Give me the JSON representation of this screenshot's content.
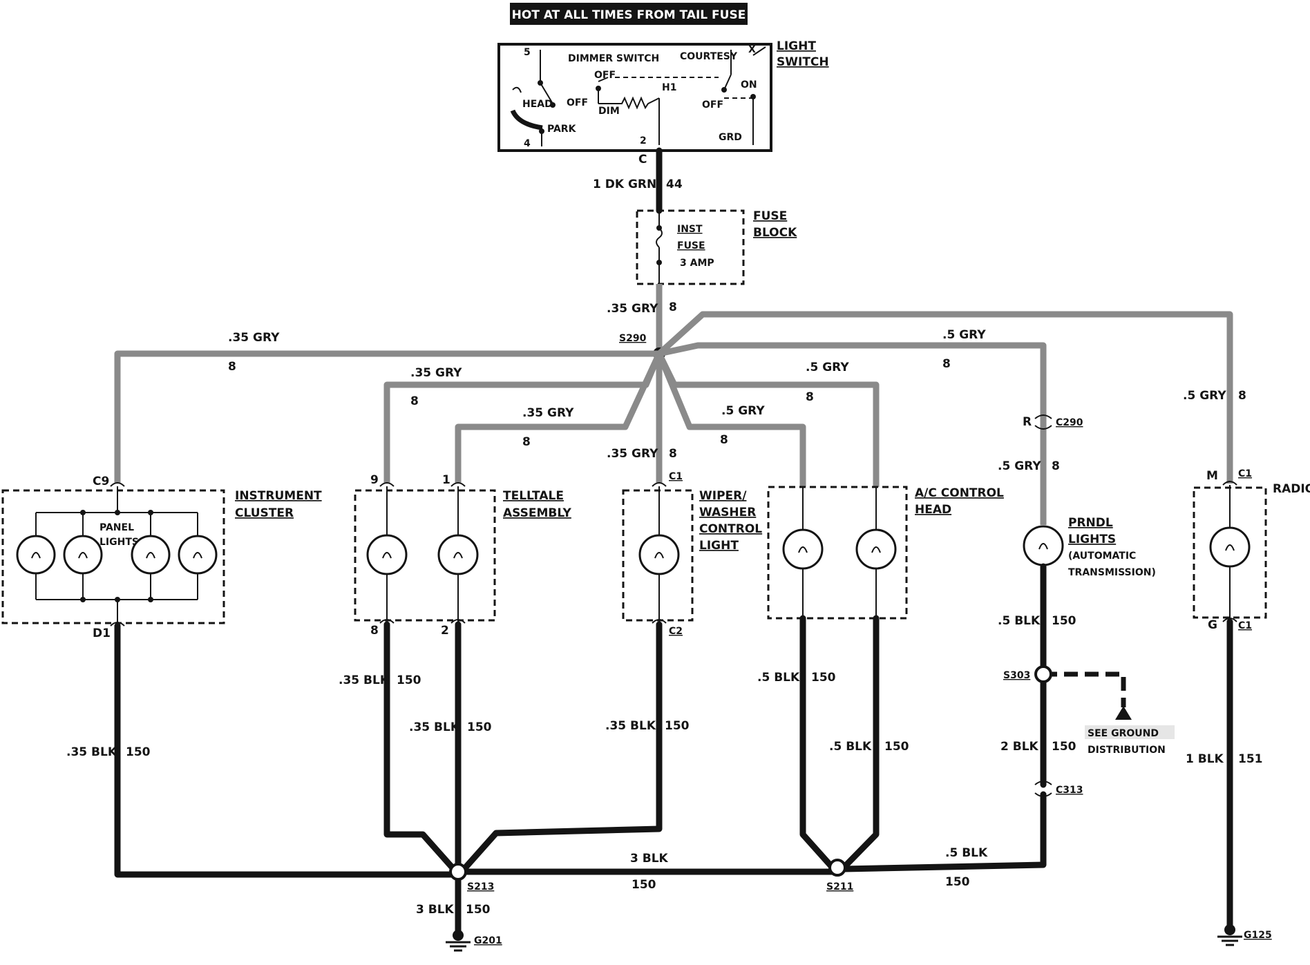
{
  "banner": "HOT AT ALL TIMES FROM TAIL FUSE",
  "light_switch": {
    "title_1": "LIGHT",
    "title_2": "SWITCH",
    "dimmer_switch": "DIMMER SWITCH",
    "courtesy": "COURTESY",
    "head": "HEAD",
    "off_left": "OFF",
    "park": "PARK",
    "dim_off": "OFF",
    "dim": "DIM",
    "h1": "H1",
    "on": "ON",
    "courtesy_off": "OFF",
    "grd": "GRD",
    "pin_5": "5",
    "pin_4": "4",
    "pin_2": "2",
    "pin_x": "X",
    "connector_c": "C"
  },
  "main_feed": {
    "gauge": "1 DK GRN",
    "circuit": "44"
  },
  "fuse_block": {
    "title_1": "FUSE",
    "title_2": "BLOCK",
    "fuse_1": "INST",
    "fuse_2": "FUSE",
    "rating": "3 AMP"
  },
  "fuse_out": {
    "gauge": ".35 GRY",
    "circuit": "8"
  },
  "splice_top": "S290",
  "branches": {
    "cluster_gauge": ".35 GRY",
    "cluster_circuit": "8",
    "telltale9_gauge": ".35 GRY",
    "telltale9_circuit": "8",
    "telltale1_gauge": ".35 GRY",
    "telltale1_circuit": "8",
    "wiper_gauge": ".35 GRY",
    "wiper_circuit": "8",
    "ac1_gauge": ".5 GRY",
    "ac1_circuit": "8",
    "ac2_gauge": ".5 GRY",
    "ac2_circuit": "8",
    "prndl_gauge": ".5 GRY",
    "prndl_circuit": "8",
    "prndl_lower_gauge": ".5 GRY",
    "prndl_lower_circuit": "8",
    "radio_gauge": ".5 GRY",
    "radio_circuit": "8"
  },
  "components": {
    "cluster_1": "INSTRUMENT",
    "cluster_2": "CLUSTER",
    "panel_1": "PANEL",
    "panel_2": "LIGHTS",
    "telltale_1": "TELLTALE",
    "telltale_2": "ASSEMBLY",
    "wiper_1": "WIPER/",
    "wiper_2": "WASHER",
    "wiper_3": "CONTROL",
    "wiper_4": "LIGHT",
    "ac_1": "A/C CONTROL",
    "ac_2": "HEAD",
    "prndl_1": "PRNDL",
    "prndl_2": "LIGHTS",
    "prndl_3": "(AUTOMATIC",
    "prndl_4": "TRANSMISSION)",
    "radio": "RADIO"
  },
  "connectors": {
    "c9": "C9",
    "d1": "D1",
    "t9": "9",
    "t1": "1",
    "t8": "8",
    "t2": "2",
    "wiper_c1": "C1",
    "wiper_c2": "C2",
    "c290": "C290",
    "c290_pin": "R",
    "radio_top": "C1",
    "radio_top_pin": "M",
    "radio_bottom": "C1",
    "radio_bottom_pin": "G",
    "c313": "C313"
  },
  "grounds": {
    "cluster_gauge": ".35 BLK",
    "cluster_circuit": "150",
    "t8_gauge": ".35 BLK",
    "t8_circuit": "150",
    "t2_gauge": ".35 BLK",
    "t2_circuit": "150",
    "wiper_gauge": ".35 BLK",
    "wiper_circuit": "150",
    "ac1_gauge": ".5 BLK",
    "ac1_circuit": "150",
    "ac2_gauge": ".5 BLK",
    "ac2_circuit": "150",
    "prndl_gauge": ".5 BLK",
    "prndl_circuit": "150",
    "s303_gauge": "2 BLK",
    "s303_circuit": "150",
    "radio_gauge": "1 BLK",
    "radio_circuit": "151",
    "bus_gauge": "3 BLK",
    "bus_circuit": "150",
    "s211_gauge": ".5 BLK",
    "s211_circuit": "150",
    "g201_gauge": "3 BLK",
    "g201_circuit": "150"
  },
  "splices": {
    "s213": "S213",
    "s211": "S211",
    "s303": "S303"
  },
  "ground_points": {
    "g201": "G201",
    "g125": "G125"
  },
  "see_ground_1": "SEE GROUND",
  "see_ground_2": "DISTRIBUTION"
}
